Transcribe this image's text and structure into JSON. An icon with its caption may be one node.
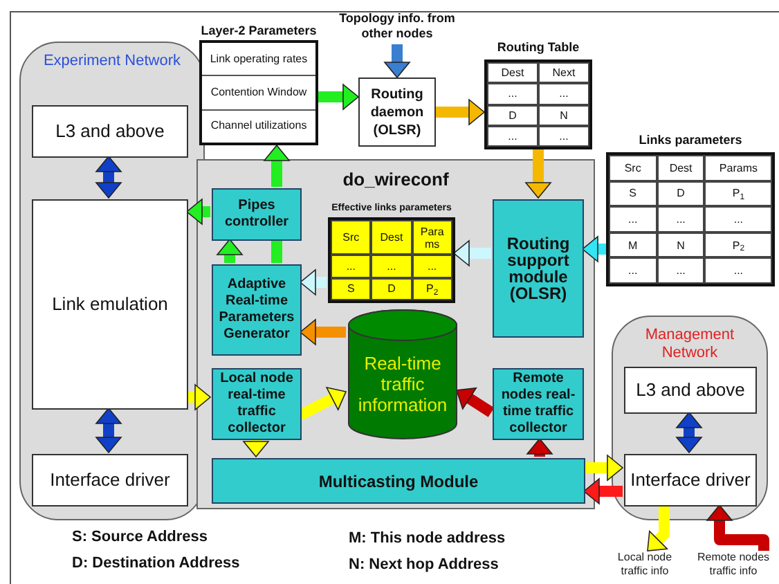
{
  "diagram": {
    "nodes": [
      {
        "text": [
          "Experiment Network"
        ]
      },
      {
        "text": [
          "L3 and above"
        ],
        "in": 0
      },
      {
        "text": [
          "Link emulation"
        ],
        "in": 0
      },
      {
        "text": [
          "Interface driver"
        ],
        "in": 0
      },
      {
        "text": [
          "Layer-2 Parameters",
          "Link operating rates",
          "Contention Window",
          "Channel utilizations"
        ]
      },
      {
        "text": [
          "Routing daemon (OLSR)"
        ]
      },
      {
        "text": [
          "Topology info. from other nodes"
        ]
      },
      {
        "text": [
          "Routing Table",
          "Dest",
          "Next",
          "...",
          "...",
          "D",
          "N",
          "...",
          "..."
        ]
      },
      {
        "text": [
          "do_wireconf"
        ]
      },
      {
        "text": [
          "Pipes controller"
        ],
        "in": 8
      },
      {
        "text": [
          "Effective links parameters",
          "Src",
          "Dest",
          "Para ms",
          "...",
          "...",
          "...",
          "S",
          "D",
          "P$_{2}$"
        ],
        "in": 8
      },
      {
        "text": [
          "Routing support module (OLSR)"
        ],
        "in": 8
      },
      {
        "text": [
          "Adaptive Real-time Parameters Generator"
        ],
        "in": 8
      },
      {
        "text": [
          "Real-time traffic information"
        ],
        "in": 8
      },
      {
        "text": [
          "Local node real-time traffic collector"
        ],
        "in": 8
      },
      {
        "text": [
          "Remote nodes real-time traffic collector"
        ],
        "in": 8
      },
      {
        "text": [
          "Multicasting Module"
        ],
        "in": 8
      },
      {
        "text": [
          "Links parameters",
          "Src",
          "Dest",
          "Params",
          "S",
          "D",
          "P$_{1}$",
          "...",
          "...",
          "...",
          "M",
          "N",
          "P$_{2}$",
          "...",
          "...",
          "..."
        ]
      },
      {
        "text": [
          "Management Network"
        ]
      },
      {
        "text": [
          "L3 and above"
        ],
        "in": 18
      },
      {
        "text": [
          "Interface driver"
        ],
        "in": 18
      },
      {
        "text": [
          "Local node traffic info"
        ]
      },
      {
        "text": [
          "Remote nodes traffic info"
        ]
      }
    ],
    "edges": [
      {
        "from": 1,
        "to": 2,
        "arrow": "both",
        "color": "#1040c8"
      },
      {
        "from": 2,
        "to": 3,
        "arrow": "both",
        "color": "#1040c8"
      },
      {
        "from": 4,
        "to": 5,
        "arrow": "to",
        "color": "#22ee22"
      },
      {
        "from": 6,
        "to": 5,
        "arrow": "to",
        "color": "#3a7fd0"
      },
      {
        "from": 5,
        "to": 7,
        "arrow": "to",
        "color": "#f5b800"
      },
      {
        "from": 7,
        "to": 11,
        "arrow": "to",
        "color": "#f5b800"
      },
      {
        "from": 17,
        "to": 11,
        "arrow": "to",
        "color": "#33e5f5"
      },
      {
        "from": 11,
        "to": 10,
        "arrow": "to",
        "color": "#ccf7ff"
      },
      {
        "from": 10,
        "to": 12,
        "arrow": "to",
        "color": "#ccf7ff"
      },
      {
        "from": 13,
        "to": 12,
        "arrow": "to",
        "color": "#f59000"
      },
      {
        "from": 12,
        "to": 9,
        "arrow": "to",
        "color": "#22ee22"
      },
      {
        "from": 12,
        "to": 9,
        "arrow": "none",
        "color": "#22ee22"
      },
      {
        "from": 9,
        "to": 4,
        "arrow": "to",
        "color": "#22ee22"
      },
      {
        "from": 9,
        "to": 2,
        "arrow": "to",
        "color": "#22ee22"
      },
      {
        "from": 2,
        "to": 14,
        "arrow": "to",
        "color": "#ffff00"
      },
      {
        "from": 14,
        "to": 13,
        "arrow": "to",
        "color": "#ffff00"
      },
      {
        "from": 14,
        "to": 16,
        "arrow": "to",
        "color": "#ffff00"
      },
      {
        "from": 16,
        "to": 20,
        "arrow": "to",
        "color": "#ffff00"
      },
      {
        "from": 20,
        "to": 16,
        "arrow": "to",
        "color": "#ff1a1a"
      },
      {
        "from": 16,
        "to": 15,
        "arrow": "to",
        "color": "#c80000"
      },
      {
        "from": 15,
        "to": 13,
        "arrow": "to",
        "color": "#c80000"
      },
      {
        "from": 19,
        "to": 20,
        "arrow": "both",
        "color": "#1040c8"
      },
      {
        "from": 20,
        "to": 21,
        "arrow": "to",
        "color": "#ffff00"
      },
      {
        "from": 22,
        "to": 20,
        "arrow": "to",
        "color": "#c80000"
      }
    ],
    "labels": [
      "S: Source Address",
      "D: Destination Address",
      "M: This node address",
      "N: Next hop Address"
    ]
  }
}
